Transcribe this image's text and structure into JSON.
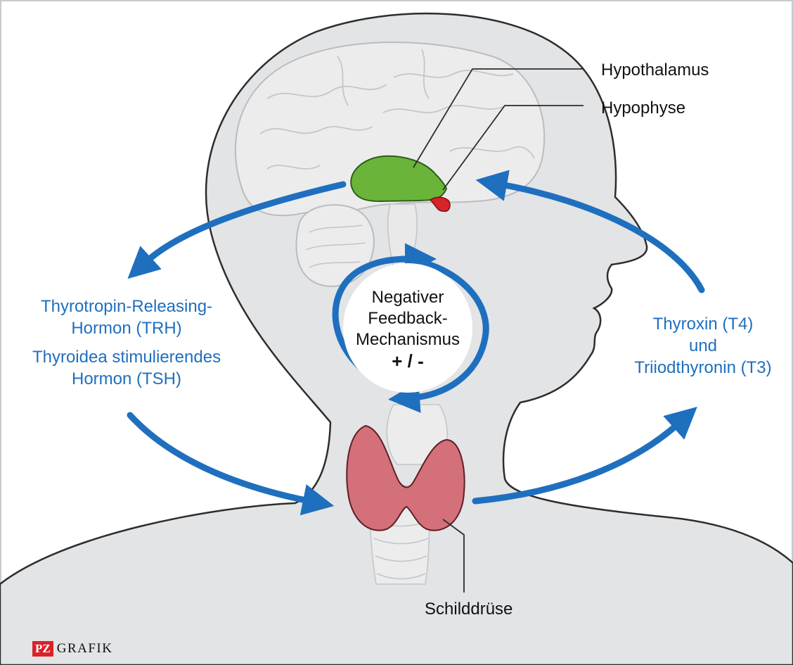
{
  "labels": {
    "hypothalamus": "Hypothalamus",
    "hypophyse": "Hypophyse",
    "schilddruese": "Schilddrüse"
  },
  "left_text": {
    "trh_line1": "Thyrotropin-Releasing-",
    "trh_line2": "Hormon (TRH)",
    "tsh_line1": "Thyroidea stimulierendes",
    "tsh_line2": "Hormon (TSH)"
  },
  "right_text": {
    "line1": "Thyroxin (T4)",
    "line2": "und",
    "line3": "Triiodthyronin (T3)"
  },
  "center_text": {
    "line1": "Negativer",
    "line2": "Feedback-",
    "line3": "Mechanismus",
    "line4": "+ / -"
  },
  "logo": {
    "badge": "PZ",
    "text": "GRAFIK"
  },
  "colors": {
    "arrow": "#1f6fbf",
    "hypothalamus": "#6ab43a",
    "hypophyse": "#d8232a",
    "thyroid": "#d4707a",
    "silhouette": "#e2e4e6"
  }
}
